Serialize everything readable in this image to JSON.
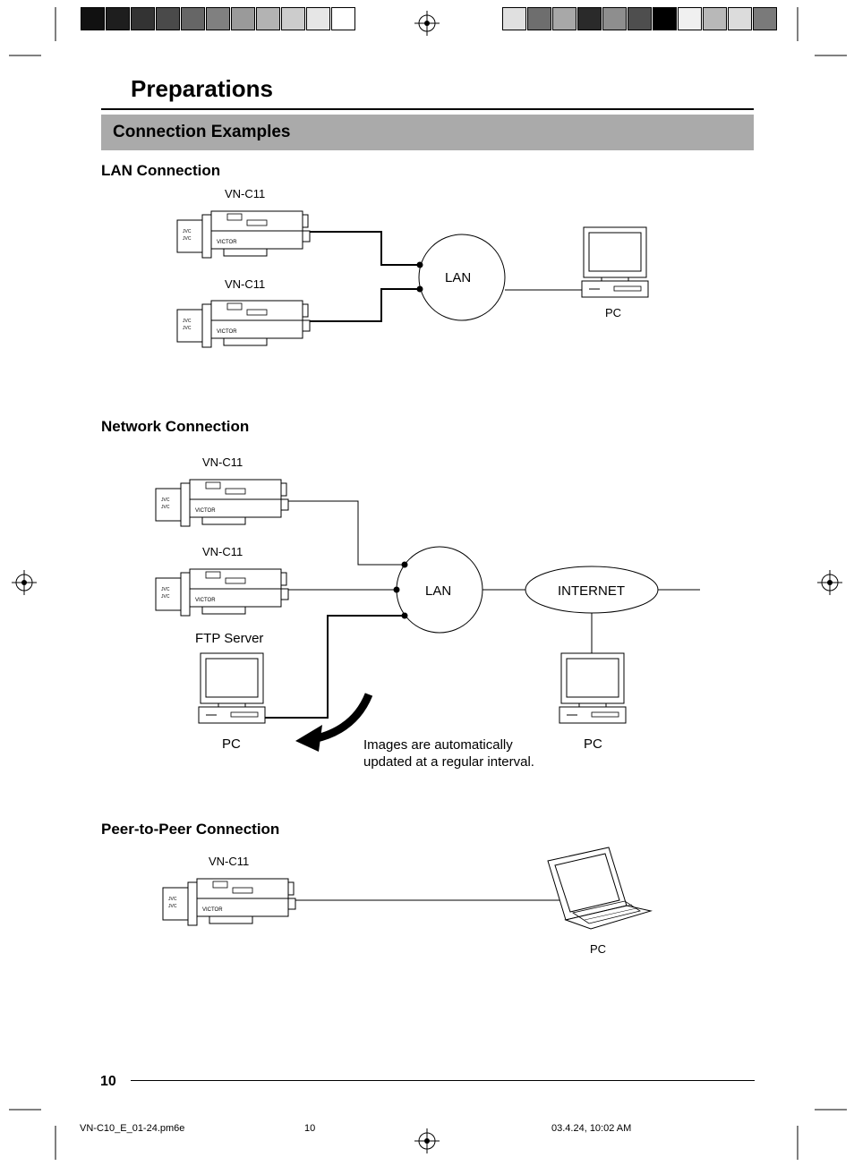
{
  "header": {
    "title": "Preparations",
    "banner": "Connection Examples",
    "swatches_left": [
      "#111111",
      "#1e1e1e",
      "#333333",
      "#4a4a4a",
      "#666666",
      "#808080",
      "#9a9a9a",
      "#b3b3b3",
      "#cccccc",
      "#e6e6e6",
      "#ffffff"
    ],
    "swatches_right": [
      "#e0e0e0",
      "#6e6e6e",
      "#a8a8a8",
      "#2a2a2a",
      "#8e8e8e",
      "#4e4e4e",
      "#000000",
      "#f0f0f0",
      "#b8b8b8",
      "#dcdcdc",
      "#7a7a7a"
    ]
  },
  "lan": {
    "heading": "LAN Connection",
    "camera1_label": "VN-C11",
    "camera2_label": "VN-C11",
    "network_label": "LAN",
    "pc_label": "PC"
  },
  "network": {
    "heading": "Network Connection",
    "camera1_label": "VN-C11",
    "camera2_label": "VN-C11",
    "lan_label": "LAN",
    "internet_label": "INTERNET",
    "ftp_label": "FTP Server",
    "pc_left_label": "PC",
    "pc_right_label": "PC",
    "note_line1": "Images are automatically",
    "note_line2": "updated at a regular interval."
  },
  "p2p": {
    "heading": "Peer-to-Peer Connection",
    "camera_label": "VN-C11",
    "pc_label": "PC"
  },
  "footer": {
    "page_number": "10",
    "file": "VN-C10_E_01-24.pm6e",
    "page": "10",
    "timestamp": "03.4.24, 10:02 AM"
  }
}
